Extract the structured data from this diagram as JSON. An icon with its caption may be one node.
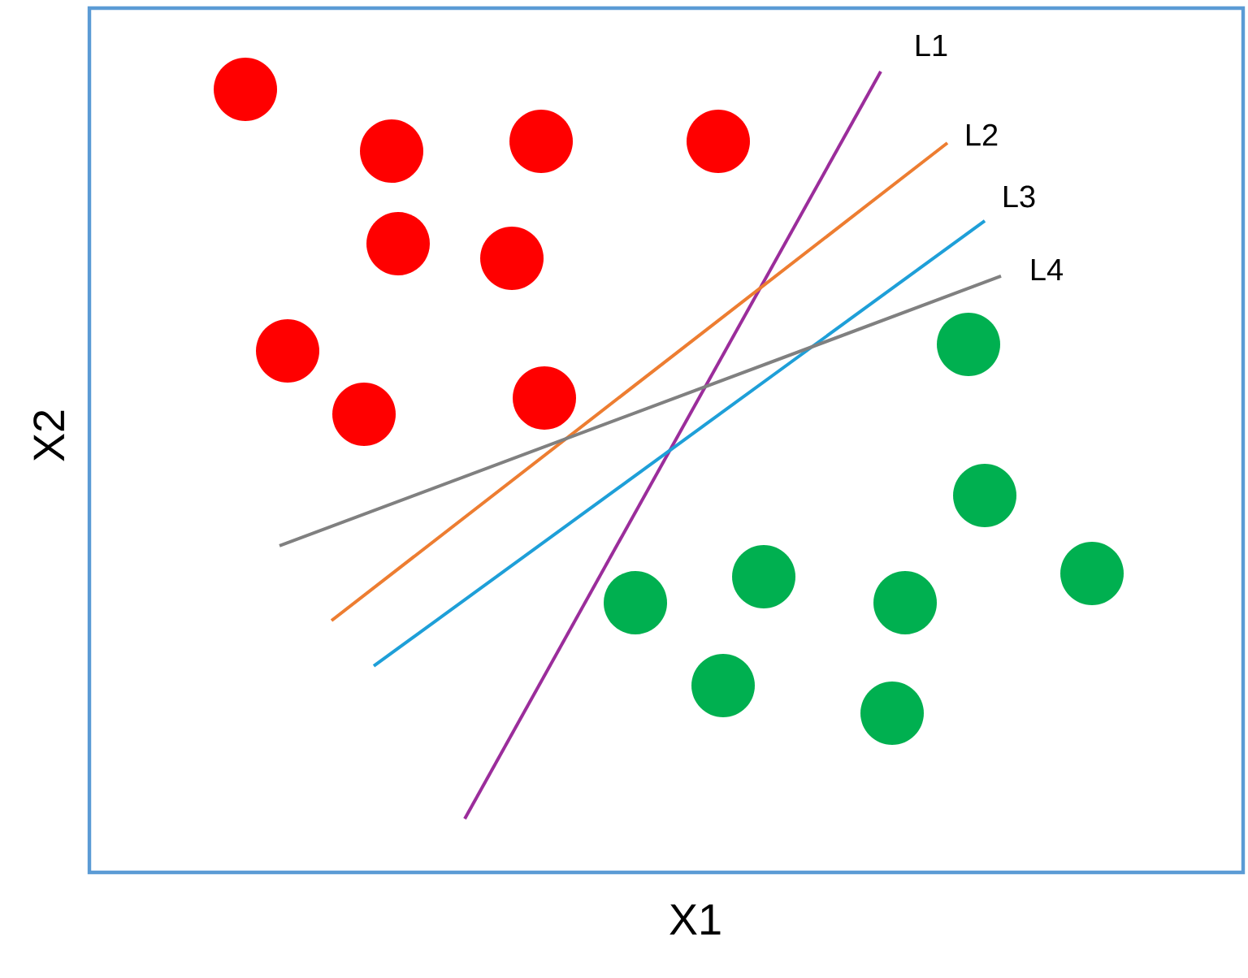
{
  "diagram": {
    "labels": [
      "L1",
      "L2",
      "L3",
      "L4",
      "X1",
      "X2"
    ]
  }
}
